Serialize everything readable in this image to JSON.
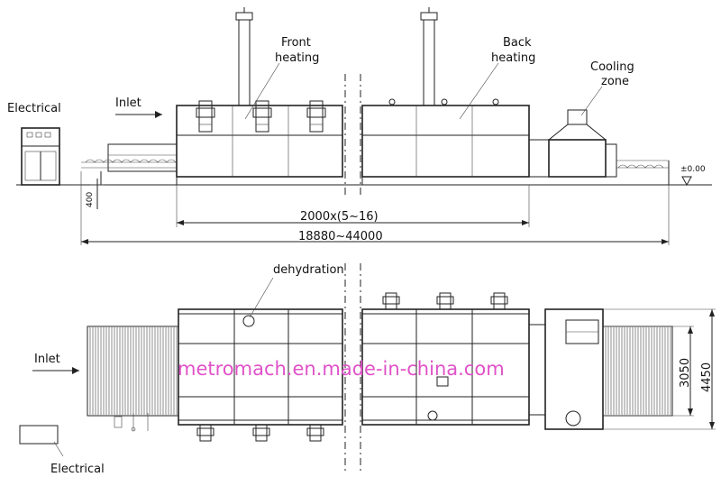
{
  "elevation": {
    "electrical_label": "Electrical",
    "inlet_label": "Inlet",
    "front_heating_line1": "Front",
    "front_heating_line2": "heating",
    "back_heating_line1": "Back",
    "back_heating_line2": "heating",
    "cooling_line1": "Cooling",
    "cooling_line2": "zone",
    "level_mark": "±0.00",
    "height_dim": "400",
    "section_dim": "2000x(5~16)",
    "total_dim": "18880~44000"
  },
  "plan": {
    "dehydration_label": "dehydration",
    "inlet_label": "Inlet",
    "electrical_label": "Electrical",
    "width_inner_dim": "3050",
    "width_outer_dim": "4450"
  },
  "watermark": "metromach.en.made-in-china.com"
}
